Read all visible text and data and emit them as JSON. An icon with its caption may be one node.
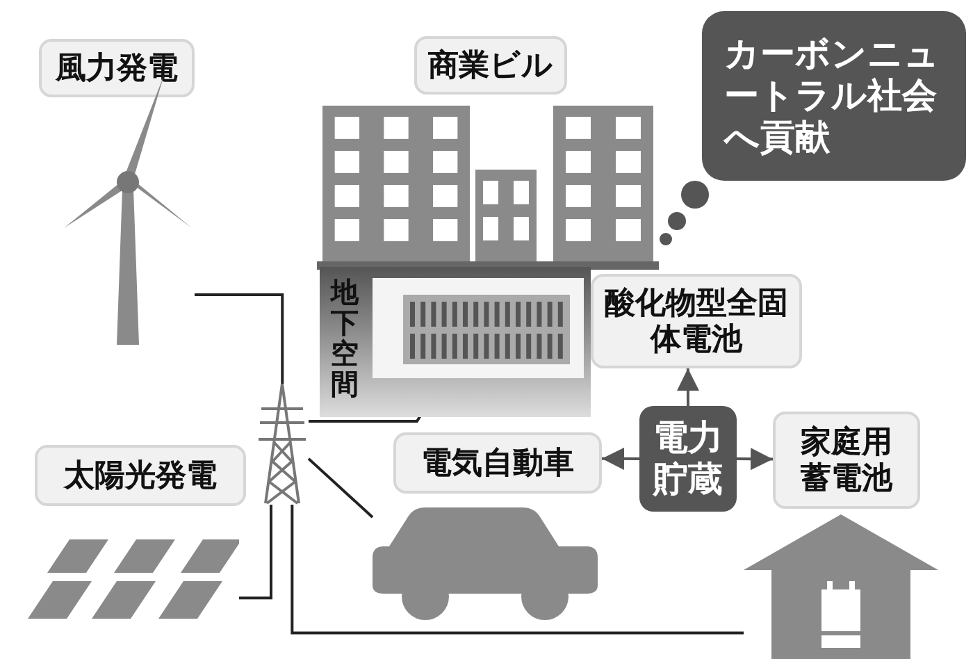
{
  "diagram": {
    "nodes": [
      {
        "text": [
          "風力発電"
        ]
      },
      {
        "text": [],
        "shape": "picture"
      },
      {
        "text": [
          "商業ビル"
        ]
      },
      {
        "text": [],
        "shape": "picture"
      },
      {
        "text": [
          "カーボンニュートラル社会へ貢献"
        ]
      },
      {
        "text": [
          "地下空間"
        ]
      },
      {
        "text": [],
        "shape": "picture",
        "in": 5
      },
      {
        "text": [
          "酸化物型全固体電池"
        ]
      },
      {
        "text": [
          "太陽光発電"
        ]
      },
      {
        "text": [],
        "shape": "picture"
      },
      {
        "text": [
          "電気自動車"
        ]
      },
      {
        "text": [
          "電力貯蔵"
        ]
      },
      {
        "text": [
          "家庭用蓄電池"
        ]
      },
      {
        "text": [],
        "shape": "picture"
      },
      {
        "text": [],
        "shape": "picture"
      },
      {
        "text": [],
        "shape": "picture"
      }
    ],
    "edges": [
      {
        "from": 1,
        "to": 9,
        "arrow": "none"
      },
      {
        "from": 6,
        "to": 9,
        "arrow": "none"
      },
      {
        "from": 9,
        "to": 14,
        "arrow": "none"
      },
      {
        "from": 13,
        "to": 9,
        "arrow": "none"
      },
      {
        "from": 9,
        "to": 15,
        "arrow": "none"
      },
      {
        "from": 11,
        "to": 7,
        "arrow": "to",
        "color": "#555555"
      },
      {
        "from": 11,
        "to": 10,
        "arrow": "to",
        "color": "#555555"
      },
      {
        "from": 11,
        "to": 12,
        "arrow": "to",
        "color": "#555555"
      }
    ]
  }
}
